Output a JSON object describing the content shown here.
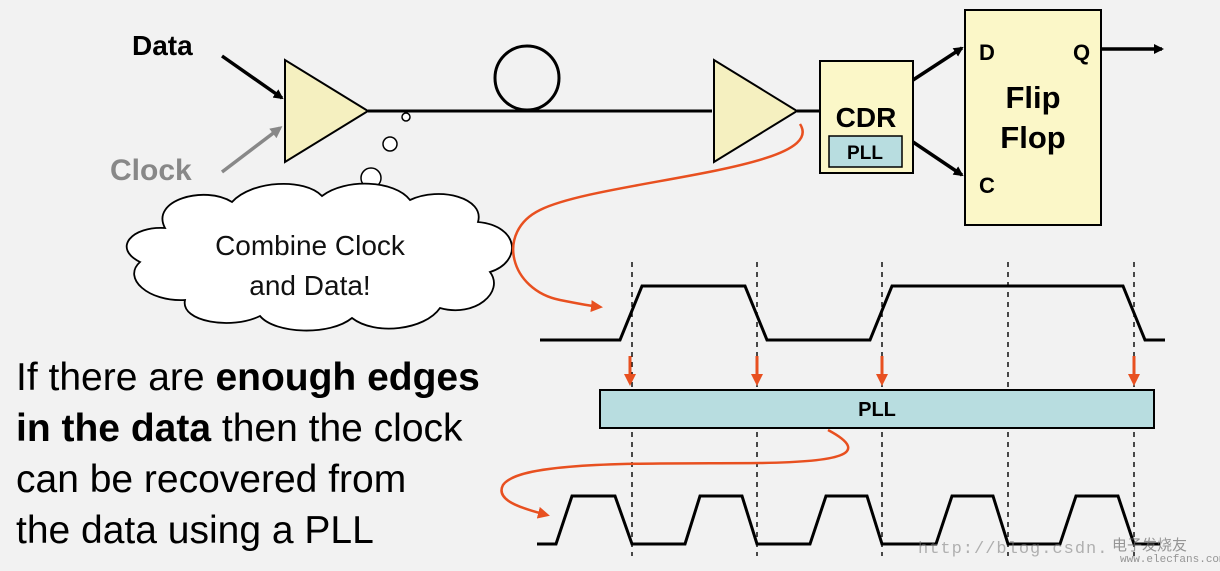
{
  "colors": {
    "buffer_fill": "#f5f0c0",
    "flipflop_fill": "#fbf7c8",
    "pll_fill": "#b8dde0",
    "arrow_red": "#e85020",
    "gray_label": "#888888",
    "line": "#000000"
  },
  "labels": {
    "data": "Data",
    "clock": "Clock",
    "cdr": "CDR",
    "pll_small": "PLL",
    "ff_d": "D",
    "ff_q": "Q",
    "ff_c": "C",
    "ff_name_1": "Flip",
    "ff_name_2": "Flop",
    "pll_bar": "PLL"
  },
  "cloud": {
    "line1": "Combine Clock",
    "line2": "and Data!"
  },
  "caption": {
    "p1": "If there are ",
    "b1": "enough edges",
    "b2": "in the data",
    "p2": " then the clock",
    "p3": "can be recovered from",
    "p4": "the data using a PLL"
  },
  "watermark": {
    "url": "http://blog.csdn.",
    "cn": "电子发烧友",
    "site": "www.elecfans.com"
  }
}
